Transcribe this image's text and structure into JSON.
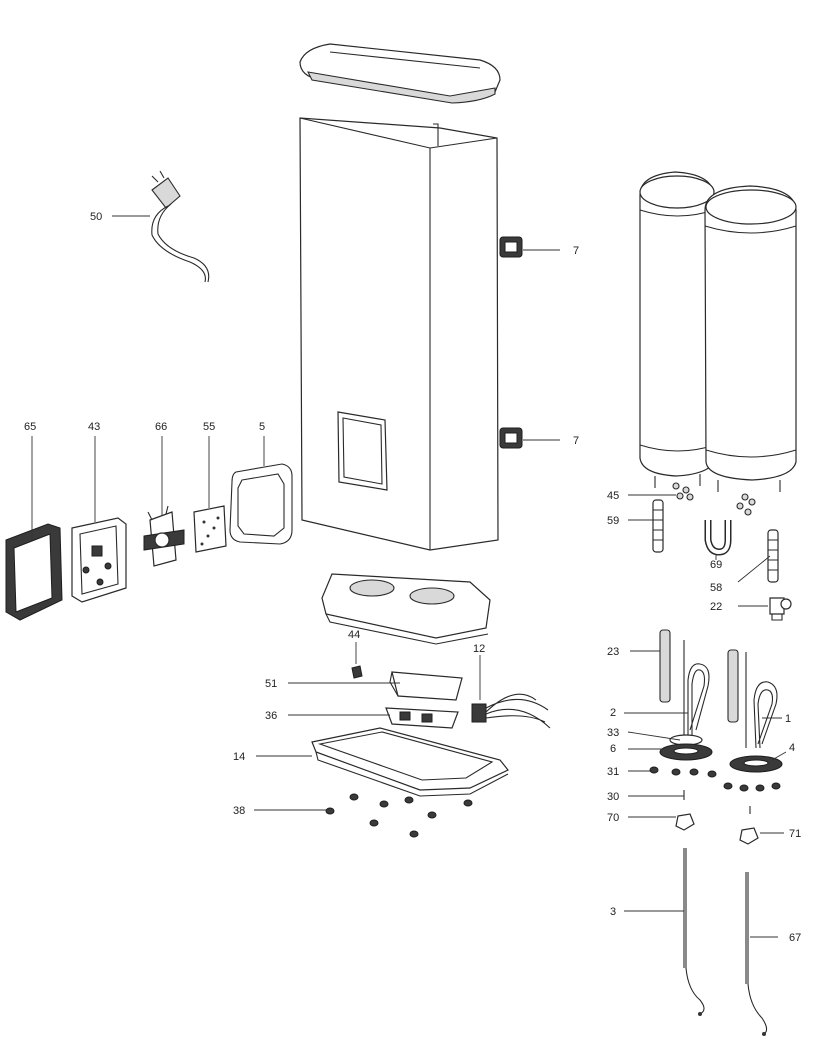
{
  "labels": {
    "l1": "1",
    "l2": "2",
    "l3": "3",
    "l4": "4",
    "l5": "5",
    "l6": "6",
    "l7a": "7",
    "l7b": "7",
    "l12": "12",
    "l14": "14",
    "l22": "22",
    "l23": "23",
    "l30": "30",
    "l31": "31",
    "l33": "33",
    "l36": "36",
    "l38": "38",
    "l43": "43",
    "l44": "44",
    "l45": "45",
    "l50": "50",
    "l51": "51",
    "l55": "55",
    "l58": "58",
    "l59": "59",
    "l65": "65",
    "l66": "66",
    "l67": "67",
    "l69": "69",
    "l70": "70",
    "l71": "71"
  },
  "colors": {
    "line": "#2a2a2a",
    "fill": "#ffffff",
    "shade": "#d9d9d9",
    "dark": "#3a3a3a"
  }
}
